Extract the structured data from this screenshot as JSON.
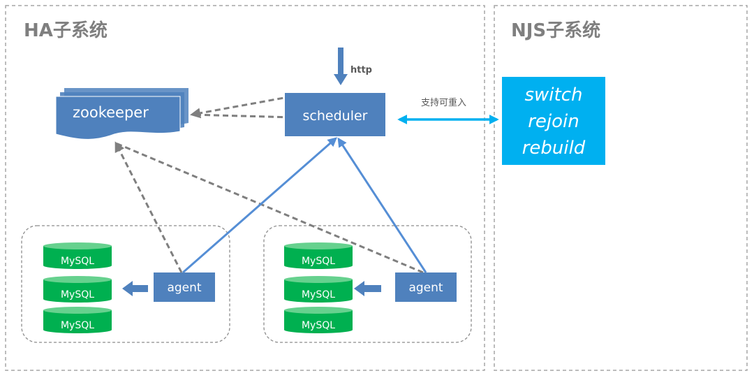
{
  "ha": {
    "title": "HA子系统",
    "zookeeper": "zookeeper",
    "scheduler": "scheduler",
    "http_label": "http",
    "agents": [
      "agent",
      "agent"
    ],
    "mysql_label": "MySQL"
  },
  "njs": {
    "title": "NJS子系统",
    "link_label": "支持可重入",
    "operations": [
      "switch",
      "rejoin",
      "rebuild"
    ]
  },
  "colors": {
    "node_fill": "#4f81bd",
    "db_fill": "#00b050",
    "db_top": "#66d18e",
    "njs_fill": "#00b0f0",
    "dashed_line": "#7f7f7f",
    "solid_line": "#558ed5",
    "border": "#a6a6a6"
  }
}
